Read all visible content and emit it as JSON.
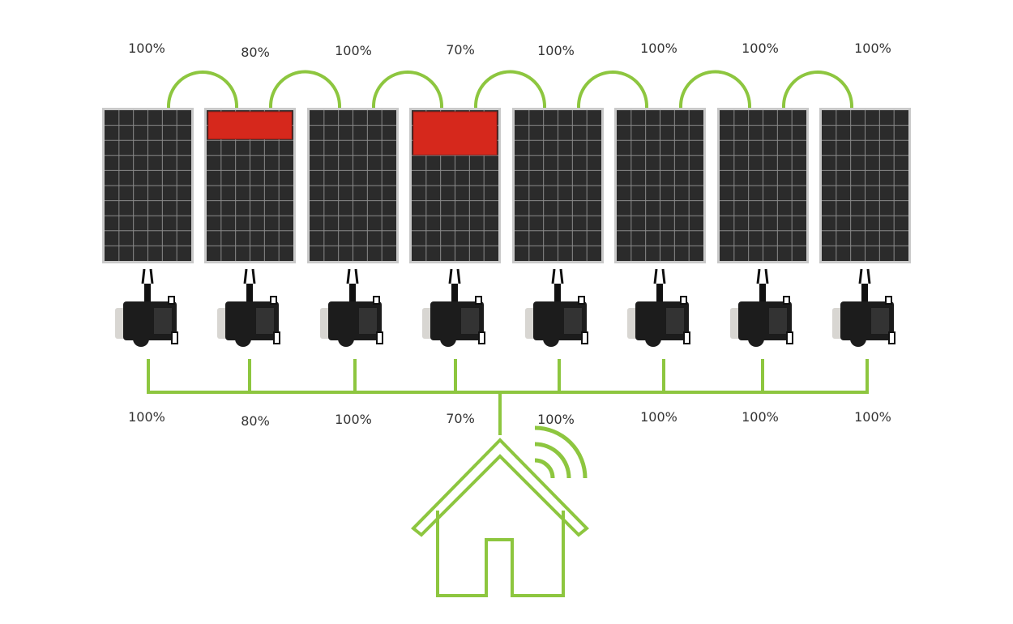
{
  "colors": {
    "wire": "#8dc63f",
    "shading": "#d6281c",
    "panel": "#2b2b2b",
    "panel_frame": "#c9c9c9",
    "inverter": "#1c1c1c"
  },
  "panels": [
    {
      "panel_output": "100%",
      "inverter_output": "100%",
      "shaded_fraction": 0
    },
    {
      "panel_output": "80%",
      "inverter_output": "80%",
      "shaded_fraction": 0.2
    },
    {
      "panel_output": "100%",
      "inverter_output": "100%",
      "shaded_fraction": 0
    },
    {
      "panel_output": "70%",
      "inverter_output": "70%",
      "shaded_fraction": 0.3
    },
    {
      "panel_output": "100%",
      "inverter_output": "100%",
      "shaded_fraction": 0
    },
    {
      "panel_output": "100%",
      "inverter_output": "100%",
      "shaded_fraction": 0
    },
    {
      "panel_output": "100%",
      "inverter_output": "100%",
      "shaded_fraction": 0
    },
    {
      "panel_output": "100%",
      "inverter_output": "100%",
      "shaded_fraction": 0
    }
  ],
  "icons": {
    "house": "house-icon",
    "wireless": "wifi-signal-icon",
    "inverter": "microinverter-icon"
  }
}
